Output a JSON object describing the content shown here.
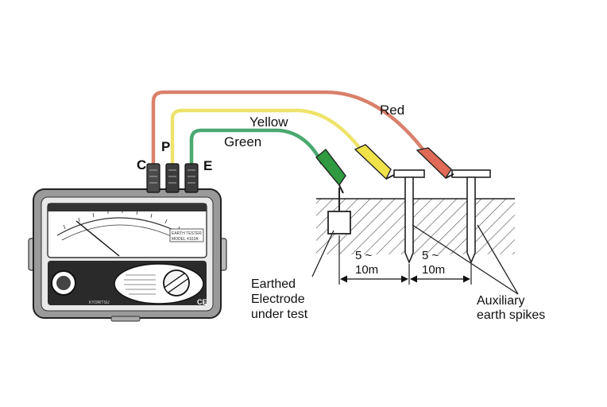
{
  "terminals": {
    "c": "C",
    "p": "P",
    "e": "E"
  },
  "wires": [
    {
      "label": "Red",
      "color": "#d9806b"
    },
    {
      "label": "Yellow",
      "color": "#eee36a"
    },
    {
      "label": "Green",
      "color": "#4aa870"
    }
  ],
  "clip_colors": {
    "green": "#2f9a3f",
    "yellow": "#f2e24a",
    "red": "#e06a55"
  },
  "electrode_label": [
    "Earthed",
    "Electrode",
    "under test"
  ],
  "spikes_label": [
    "Auxiliary",
    "earth spikes"
  ],
  "distance": {
    "line1": "5 ~",
    "line2": "10m"
  },
  "meter": {
    "model_text": [
      "EARTH TESTER",
      "MODEL 4102A"
    ],
    "brand": "KYORITSU",
    "ce_mark": "CE"
  }
}
